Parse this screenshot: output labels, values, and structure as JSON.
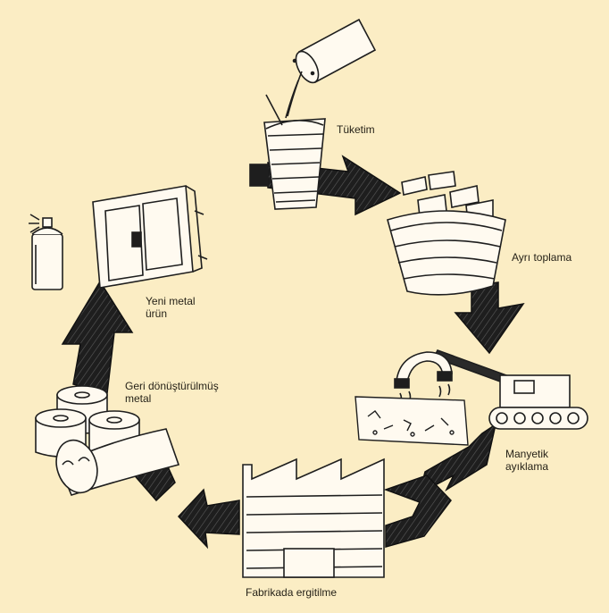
{
  "diagram": {
    "stages": [
      {
        "id": "consumption",
        "label": "Tüketim"
      },
      {
        "id": "separate-collection",
        "label": "Ayrı toplama"
      },
      {
        "id": "magnetic-sorting",
        "label_lines": [
          "Manyetik",
          "ayıklama"
        ]
      },
      {
        "id": "factory-melting",
        "label": "Fabrikada ergitilme"
      },
      {
        "id": "recycled-metal",
        "label_lines": [
          "Geri dönüştürülmüş",
          "metal"
        ]
      },
      {
        "id": "new-metal-product",
        "label_lines": [
          "Yeni metal",
          "ürün"
        ]
      }
    ],
    "colors": {
      "background": "#fbedc4",
      "arrow": "#1e1e1e",
      "ink": "#262218"
    }
  }
}
